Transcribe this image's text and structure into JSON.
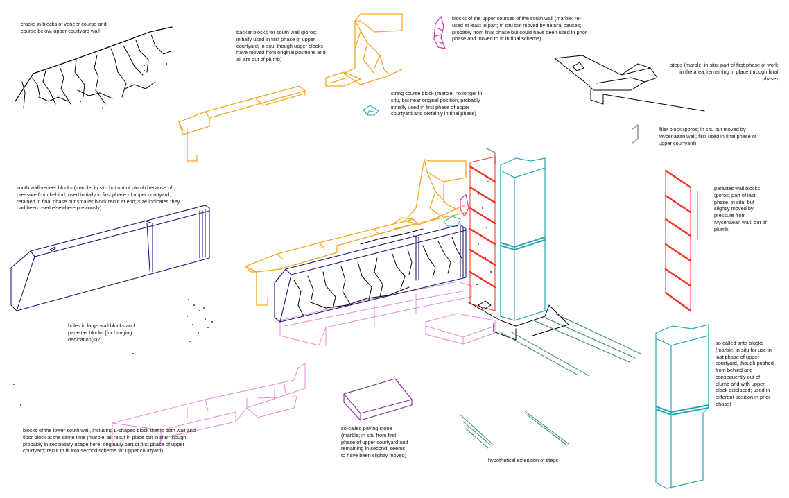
{
  "labels": {
    "cracks": "cracks in blocks of veneer course and course below, upper courtyard wall",
    "backer_blocks": "backer blocks for south wall (poros; initially used in first phase of upper courtyard; in situ, though upper blocks have moved from original positions and all are out of plumb)",
    "upper_courses": "blocks of the upper courses of the south wall (marble; re-used at least in part; in situ but moved by natural causes; probably from final phase but could have been used in prior phase and moved to fit in final scheme)",
    "steps": "steps (marble; in situ; part of first phase of work in the area, remaining in place through final phase)",
    "string_course": "string course block (marble; no longer in situ, but near original position; probably initially used in first phase of upper courtyard and certainly in final phase)",
    "filler_block": "filler block (poros; in situ but moved by Mycenaean wall; first used in final phase of upper courtyard)",
    "veneer_blocks": "south wall veneer blocks (marble; in situ but out of plumb because of pressure from behind; used initially in first phase of upper courtyard; retained in final phase but smaller block recut at end; size indicates they had been used elsewhere previously)",
    "parastas": "parastas wall blocks (poros; part of last phase, in situ, but slightly moved by pressure from Mycenaean wall; out of plumb)",
    "holes": "holes in large wall blocks and parastas blocks [for hanging dedication(s)?]",
    "anta": "so-called anta blocks (marble; in situ for use in last phase of upper courtyard, though pushed from behind and consequently out of plumb and with upper block displaced; used in different position in prior phase)",
    "lower_south": "blocks of the lower south wall, including L-shaped block that is both wall and floor block at the same time (marble; all recut in place but in situ, though probably in secondary usage here; originally part of first phase of upper courtyard; recut to fit into second scheme for upper courtyard)",
    "paving": "so-called paving stone (marble; in situ from first phase of upper courtyard and remaining in second; seems to have been slightly moved)",
    "extension": "hypothetical extension of steps"
  },
  "colors": {
    "backer_poros": "#f5a623",
    "upper_marble": "#cc33aa",
    "veneer_marble": "#1a1a7a",
    "string_course": "#2ab0b8",
    "parastas": "#ee3322",
    "anta": "#2aa7b8",
    "lower_wall": "#e98ad6",
    "steps_ext": "#2e8b57",
    "filler": "#9a9a9a",
    "cracks": "#000000"
  }
}
